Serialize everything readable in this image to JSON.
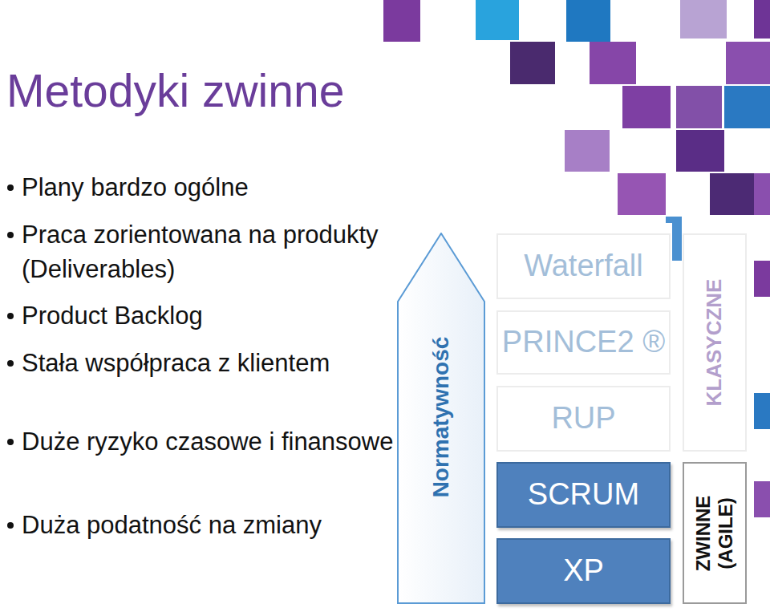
{
  "diagram": {
    "title": "Metodyki zwinne",
    "nodes": [
      {
        "text": [
          "Normatywność"
        ]
      },
      {
        "text": [
          "Waterfall"
        ]
      },
      {
        "text": [
          "PRINCE2 ®"
        ]
      },
      {
        "text": [
          "RUP"
        ]
      },
      {
        "text": [
          "SCRUM"
        ]
      },
      {
        "text": [
          "XP"
        ]
      },
      {
        "text": [
          "KLASYCZNE"
        ]
      },
      {
        "text": [
          "ZWINNE (AGILE)"
        ]
      }
    ],
    "labels": [
      "Plany bardzo ogólne",
      "Praca zorientowana na produkty (Deliverables)",
      "Product Backlog",
      "Stała współpraca z klientem",
      "Duże ryzyko czasowe i finansowe",
      "Duża podatność na zmiany"
    ]
  }
}
